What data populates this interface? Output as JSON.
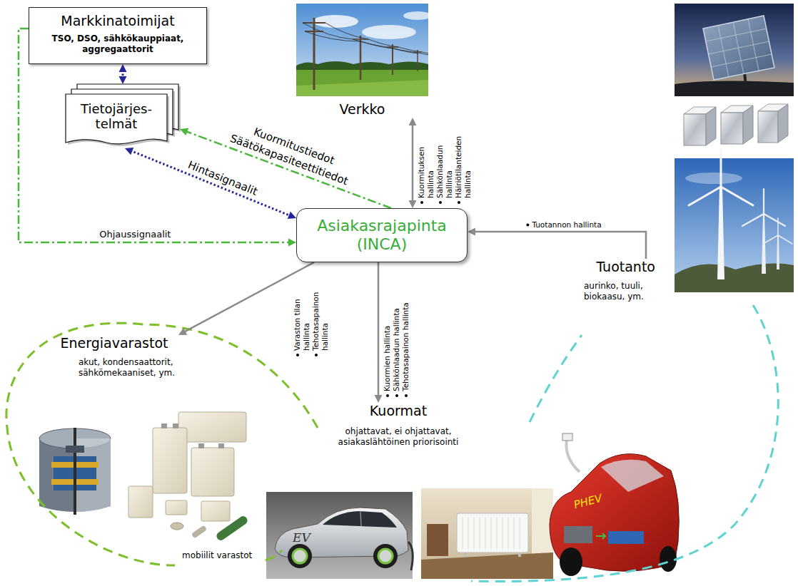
{
  "diagram": {
    "nodes": [
      {
        "text": [
          "Markkinatoimijat",
          "TSO, DSO, sähkökauppiaat, aggregaattorit"
        ]
      },
      {
        "text": [
          "Tietojärjes- telmät"
        ]
      },
      {
        "text": [
          "Verkko"
        ]
      },
      {
        "text": [
          "Asiakasrajapinta (INCA)"
        ]
      },
      {
        "text": [
          "Tuotanto",
          "aurinko, tuuli, biokaasu, ym."
        ]
      },
      {
        "text": [
          "Energiavarastot",
          "akut, kondensaattorit, sähkömekaaniset, ym."
        ]
      },
      {
        "text": [
          "Kuormat",
          "ohjattavat, ei ohjattavat, asiakaslähtöinen priorisointi"
        ]
      }
    ],
    "edges": [
      {
        "from": 0,
        "to": 1,
        "arrow": "both"
      },
      {
        "from": 3,
        "to": 1,
        "label": "Kuormitustiedot",
        "arrow": "to"
      },
      {
        "from": 1,
        "to": 3,
        "label": "Hintasignaalit",
        "arrow": "both"
      },
      {
        "from": 0,
        "to": 3,
        "label": "Ohjaussignaalit",
        "arrow": "to"
      },
      {
        "from": 2,
        "to": 3,
        "arrow": "both"
      },
      {
        "from": 4,
        "to": 3,
        "label": "Tuotannon hallinta",
        "arrow": "to"
      },
      {
        "from": 3,
        "to": 5,
        "arrow": "to"
      },
      {
        "from": 3,
        "to": 6,
        "arrow": "to"
      }
    ],
    "labels": [
      "Säätökapasiteettitiedot",
      "Kuormituksen hallinta",
      "Sähkönlaadun hallinta",
      "Häiriötilanteiden hallinta",
      "Varaston tilan hallinta",
      "Tehotasapainon hallinta",
      "Kuormien hallinta",
      "Sähkönlaadun hallinta",
      "Tehotasapainon hallinta",
      "mobiilit varastot",
      "EV",
      "PHEV"
    ]
  }
}
